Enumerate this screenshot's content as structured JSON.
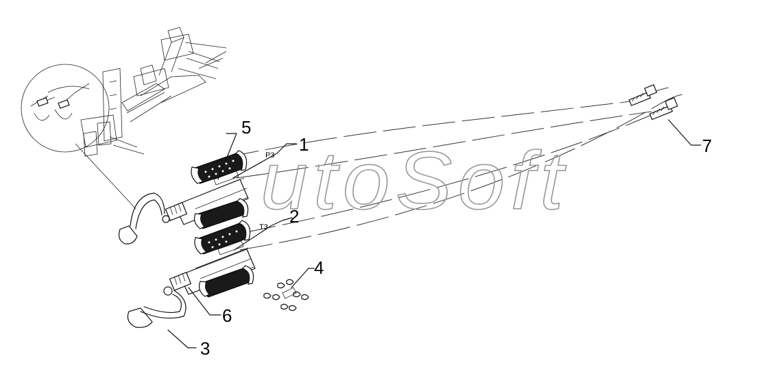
{
  "watermark": "utoSoft",
  "callouts": [
    {
      "num": "1"
    },
    {
      "num": "2"
    },
    {
      "num": "3"
    },
    {
      "num": "4"
    },
    {
      "num": "5"
    },
    {
      "num": "6"
    },
    {
      "num": "7"
    }
  ],
  "port_labels": {
    "p3": "P3",
    "t3": "T3"
  }
}
